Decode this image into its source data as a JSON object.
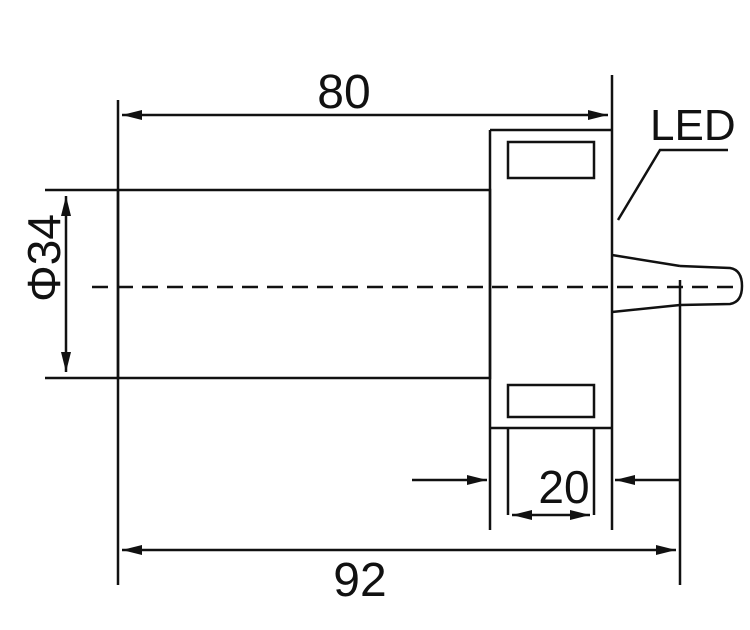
{
  "dimensions": {
    "top_length": "80",
    "diameter": "Φ34",
    "flange_width": "20",
    "total_length": "92"
  },
  "labels": {
    "led": "LED"
  },
  "colors": {
    "line": "#111111",
    "background": "#ffffff"
  }
}
